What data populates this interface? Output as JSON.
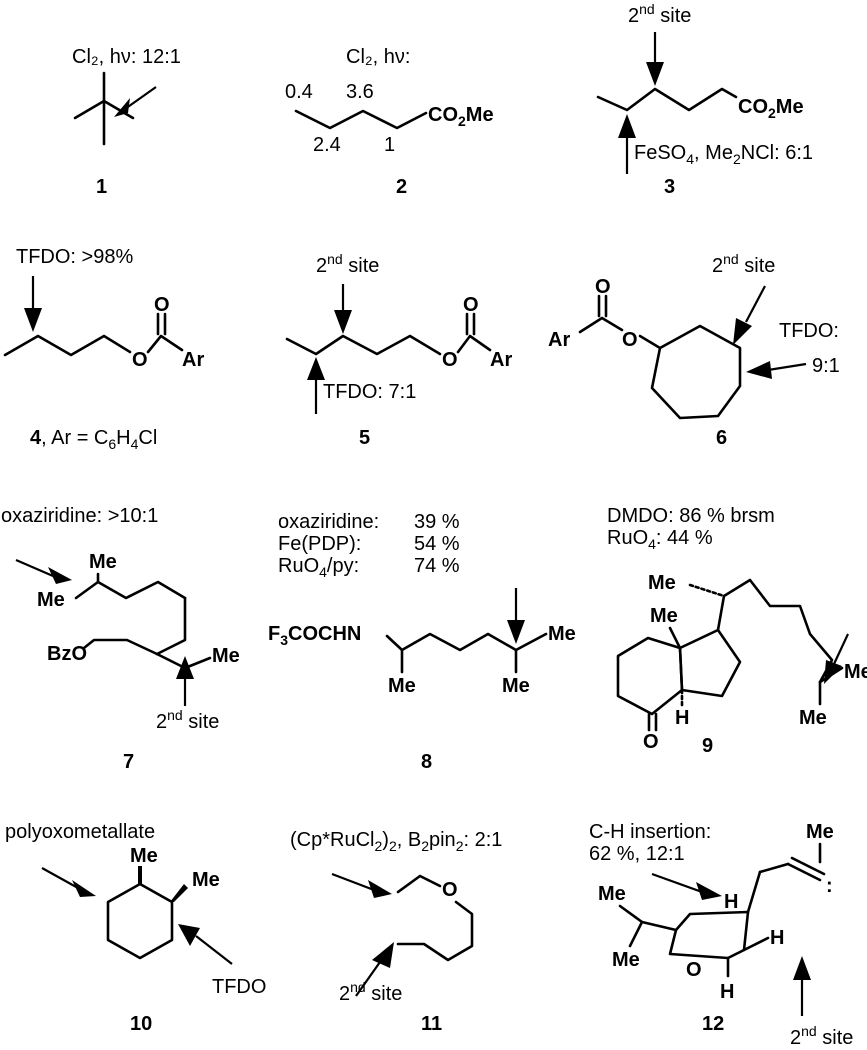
{
  "compounds": [
    {
      "number": "1",
      "annotations": [
        "Cl₂, hν: 12:1"
      ]
    },
    {
      "number": "2",
      "annotations": [
        "Cl₂, hν:",
        "0.4",
        "3.6",
        "2.4",
        "1"
      ],
      "groups": [
        "CO₂Me"
      ]
    },
    {
      "number": "3",
      "annotations": [
        "2nd site",
        "FeSO₄, Me₂NCl: 6:1"
      ],
      "groups": [
        "CO₂Me"
      ]
    },
    {
      "number": "4",
      "annotations": [
        "TFDO: >98%"
      ],
      "groups": [
        "O",
        "O",
        "Ar"
      ],
      "caption": "4, Ar = C₆H₄Cl"
    },
    {
      "number": "5",
      "annotations": [
        "2nd site",
        "TFDO: 7:1"
      ],
      "groups": [
        "O",
        "O",
        "Ar"
      ]
    },
    {
      "number": "6",
      "annotations": [
        "2nd site",
        "TFDO:",
        "9:1"
      ],
      "groups": [
        "O",
        "O",
        "Ar"
      ]
    },
    {
      "number": "7",
      "annotations": [
        "oxaziridine: >10:1",
        "2nd site"
      ],
      "groups": [
        "Me",
        "Me",
        "Me",
        "BzO"
      ]
    },
    {
      "number": "8",
      "annotations": [
        "oxaziridine:",
        "39 %",
        "Fe(PDP):",
        "54 %",
        "RuO₄/py:",
        "74 %"
      ],
      "groups": [
        "F₃COCHN",
        "Me",
        "Me",
        "Me"
      ]
    },
    {
      "number": "9",
      "annotations": [
        "DMDO: 86 % brsm",
        "RuO₄: 44 %"
      ],
      "groups": [
        "Me",
        "Me",
        "Me",
        "Me",
        "H",
        "O"
      ]
    },
    {
      "number": "10",
      "annotations": [
        "polyoxometallate",
        "TFDO"
      ],
      "groups": [
        "Me",
        "Me"
      ]
    },
    {
      "number": "11",
      "annotations": [
        "(Cp*RuCl₂)₂, B₂pin₂: 2:1",
        "2nd site"
      ],
      "groups": [
        "O"
      ]
    },
    {
      "number": "12",
      "annotations": [
        "C-H insertion:",
        "62 %, 12:1",
        "2nd site"
      ],
      "groups": [
        "Me",
        "Me",
        "Me",
        "H",
        "H",
        "H",
        "O"
      ]
    }
  ]
}
